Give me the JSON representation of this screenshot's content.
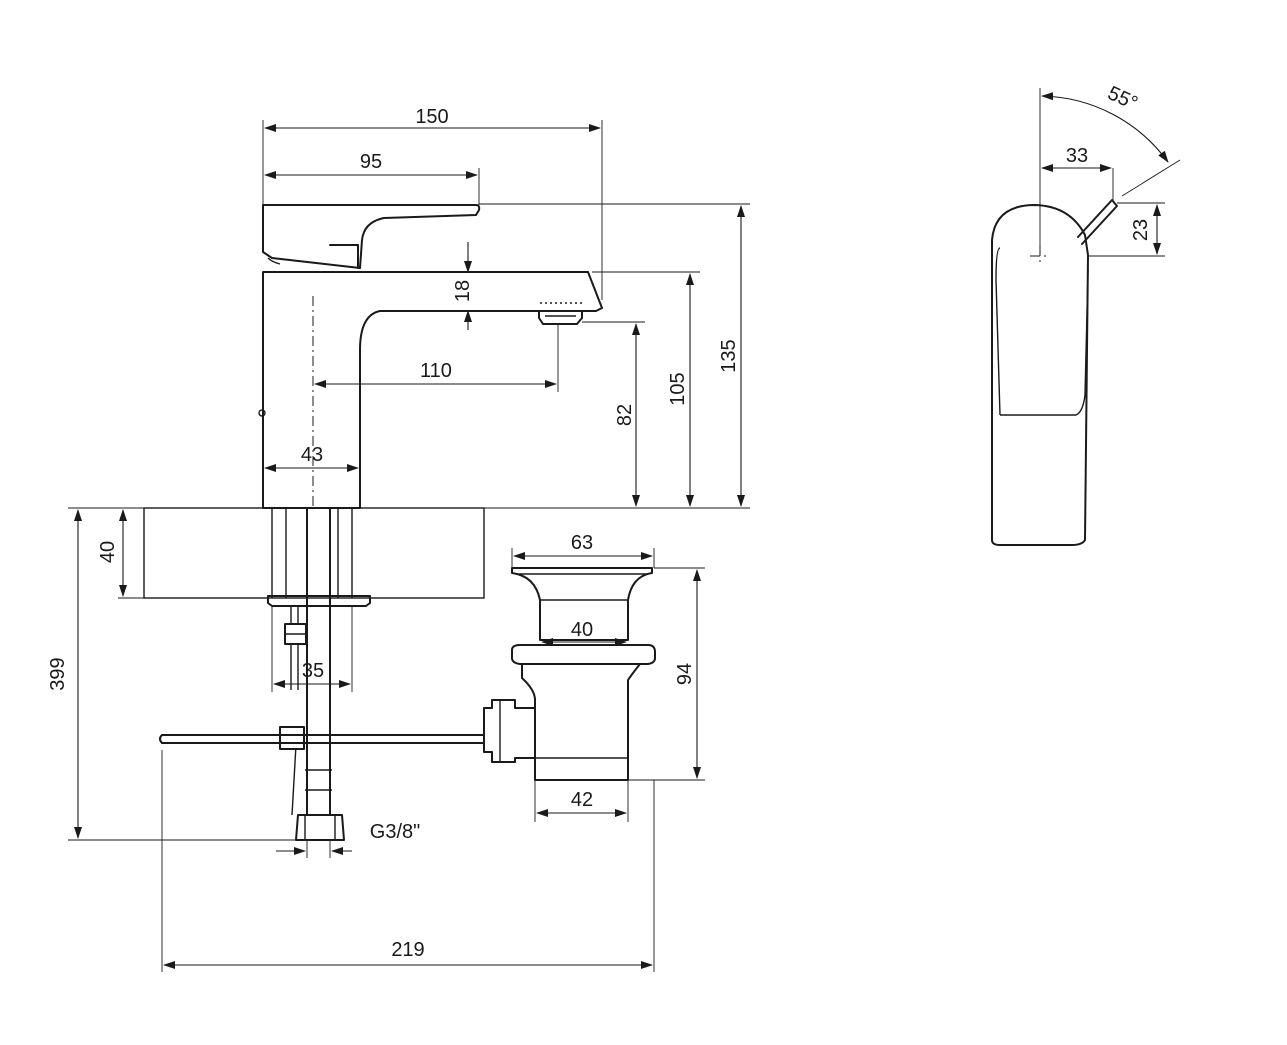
{
  "dimensions": {
    "total_height_spout": "150",
    "lever_length": "95",
    "spout_reach": "110",
    "spout_thickness": "18",
    "body_width": "43",
    "aerator_height": "82",
    "spout_height": "105",
    "overall_height": "135",
    "deck_thickness": "40",
    "overall_depth": "399",
    "shank_width": "35",
    "waste_top": "63",
    "waste_throat": "40",
    "waste_height": "94",
    "waste_bottom": "42",
    "pull_rod_length": "219",
    "connection_thread": "G3/8\"",
    "lever_rotation": "55°",
    "lever_offset": "33",
    "lever_drop": "23"
  },
  "colors": {
    "line": "#1a1a1a",
    "background": "#ffffff"
  }
}
